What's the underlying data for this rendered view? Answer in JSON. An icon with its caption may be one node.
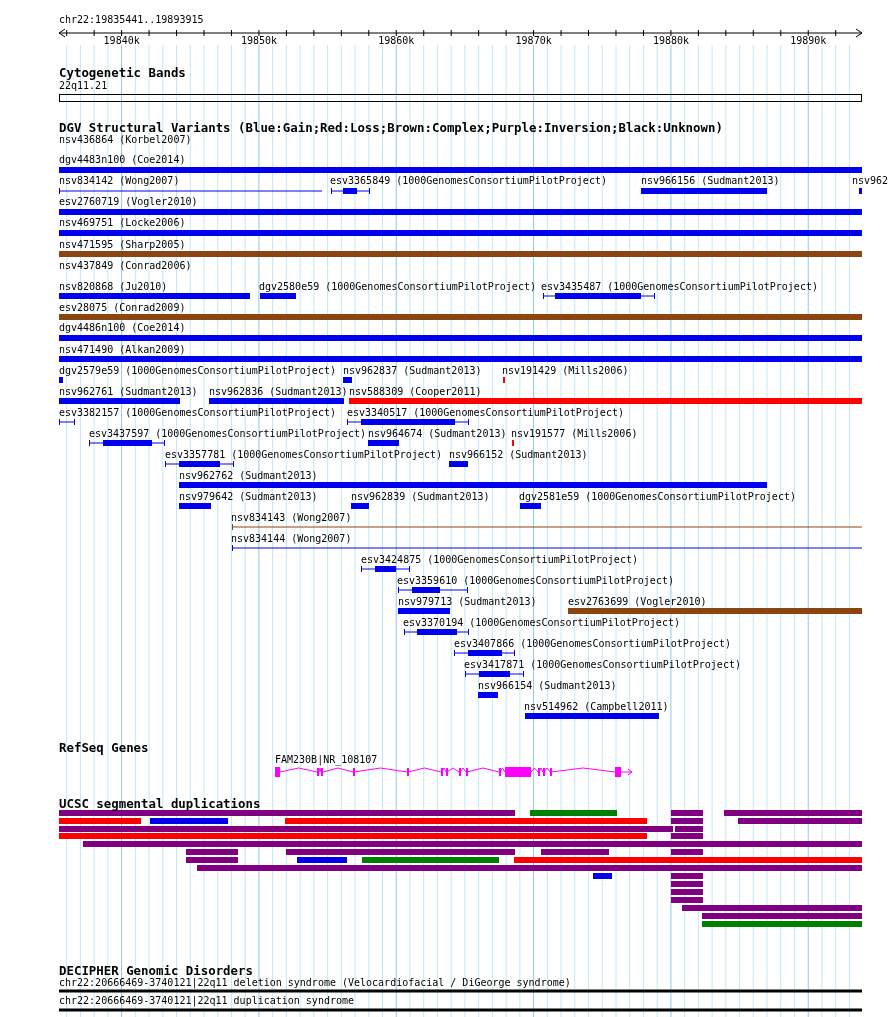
{
  "diagram": {
    "nodes": [
      {
        "text": [
          "22q11.21"
        ]
      },
      {
        "text": [
          "nsv436864 (Korbel2007)"
        ]
      },
      {
        "text": [
          "dgv4483n100 (Coe2014)"
        ]
      },
      {
        "text": [
          "nsv834142 (Wong2007)"
        ]
      },
      {
        "text": [
          "esv3365849 (1000GenomesConsortiumPilotProject)"
        ]
      },
      {
        "text": [
          "nsv966156 (Sudmant2013)"
        ]
      },
      {
        "text": [
          "nsv962"
        ]
      },
      {
        "text": [
          "esv2760719 (Vogler2010)"
        ]
      },
      {
        "text": [
          "nsv469751 (Locke2006)"
        ]
      },
      {
        "text": [
          "nsv471595 (Sharp2005)"
        ]
      },
      {
        "text": [
          "nsv437849 (Conrad2006)"
        ]
      },
      {
        "text": [
          "nsv820868 (Ju2010)"
        ]
      },
      {
        "text": [
          "dgv2580e59 (1000GenomesConsortiumPilotProject)"
        ]
      },
      {
        "text": [
          "esv3435487 (1000GenomesConsortiumPilotProject)"
        ]
      },
      {
        "text": [
          "esv28075 (Conrad2009)"
        ]
      },
      {
        "text": [
          "dgv4486n100 (Coe2014)"
        ]
      },
      {
        "text": [
          "nsv471490 (Alkan2009)"
        ]
      },
      {
        "text": [
          "dgv2579e59 (1000GenomesConsortiumPilotProject)"
        ]
      },
      {
        "text": [
          "nsv962837 (Sudmant2013)"
        ]
      },
      {
        "text": [
          "nsv191429 (Mills2006)"
        ]
      },
      {
        "text": [
          "nsv962761 (Sudmant2013)"
        ]
      },
      {
        "text": [
          "nsv962836 (Sudmant2013)"
        ]
      },
      {
        "text": [
          "nsv588309 (Cooper2011)"
        ]
      },
      {
        "text": [
          "esv3382157 (1000GenomesConsortiumPilotProject)"
        ]
      },
      {
        "text": [
          "esv3340517 (1000GenomesConsortiumPilotProject)"
        ]
      },
      {
        "text": [
          "esv3437597 (1000GenomesConsortiumPilotProject)"
        ]
      },
      {
        "text": [
          "nsv964674 (Sudmant2013)"
        ]
      },
      {
        "text": [
          "nsv191577 (Mills2006)"
        ]
      },
      {
        "text": [
          "esv3357781 (1000GenomesConsortiumPilotProject)"
        ]
      },
      {
        "text": [
          "nsv966152 (Sudmant2013)"
        ]
      },
      {
        "text": [
          "nsv962762 (Sudmant2013)"
        ]
      },
      {
        "text": [
          "nsv979642 (Sudmant2013)"
        ]
      },
      {
        "text": [
          "nsv962839 (Sudmant2013)"
        ]
      },
      {
        "text": [
          "dgv2581e59 (1000GenomesConsortiumPilotProject)"
        ]
      },
      {
        "text": [
          "nsv834143 (Wong2007)"
        ]
      },
      {
        "text": [
          "nsv834144 (Wong2007)"
        ]
      },
      {
        "text": [
          "esv3424875 (1000GenomesConsortiumPilotProject)"
        ]
      },
      {
        "text": [
          "esv3359610 (1000GenomesConsortiumPilotProject)"
        ]
      },
      {
        "text": [
          "nsv979713 (Sudmant2013)"
        ]
      },
      {
        "text": [
          "esv2763699 (Vogler2010)"
        ]
      },
      {
        "text": [
          "esv3370194 (1000GenomesConsortiumPilotProject)"
        ]
      },
      {
        "text": [
          "esv3407866 (1000GenomesConsortiumPilotProject)"
        ]
      },
      {
        "text": [
          "esv3417871 (1000GenomesConsortiumPilotProject)"
        ]
      },
      {
        "text": [
          "nsv966154 (Sudmant2013)"
        ]
      },
      {
        "text": [
          "nsv514962 (Campbell2011)"
        ]
      },
      {
        "text": [
          "FAM230B|NR_108107"
        ]
      },
      {
        "text": [
          "chr22:20666469-3740121|22q11 deletion syndrome (Velocardiofacial / DiGeorge syndrome)"
        ]
      },
      {
        "text": [
          "chr22:20666469-3740121|22q11 duplication syndrome"
        ]
      }
    ],
    "labels": [
      "chr22:19835441..19893915",
      "19840k",
      "19850k",
      "19860k",
      "19870k",
      "19880k",
      "19890k",
      "Cytogenetic Bands",
      "DGV Structural Variants (Blue:Gain;Red:Loss;Brown:Complex;Purple:Inversion;Black:Unknown)",
      "RefSeq Genes",
      "UCSC segmental duplications",
      "DECIPHER Genomic Disorders"
    ]
  }
}
